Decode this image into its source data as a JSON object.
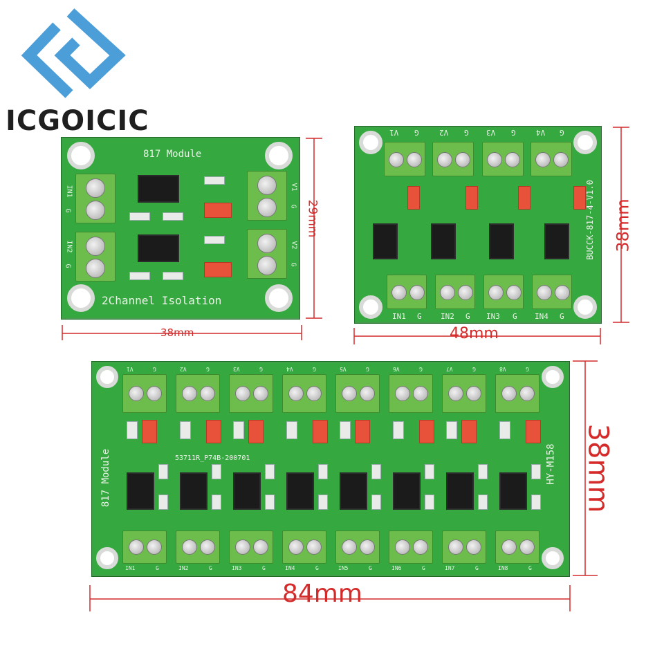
{
  "logo": {
    "text": "ICGOICIC",
    "color": "#4c9ed9"
  },
  "board_small": {
    "title": "817 Module",
    "footer": "2Channel Isolation",
    "left_labels": [
      "IN1",
      "G",
      "IN2",
      "G"
    ],
    "right_labels": [
      "V1",
      "G",
      "V2",
      "G"
    ],
    "width_label": "38mm",
    "height_label": "29mm"
  },
  "board_medium": {
    "top_labels": [
      "V1",
      "G",
      "V2",
      "G",
      "V3",
      "G",
      "V4",
      "G"
    ],
    "bottom_labels": [
      "IN1",
      "G",
      "IN2",
      "G",
      "IN3",
      "G",
      "IN4",
      "G"
    ],
    "side_label": "BUCCK-817-4-V1.0",
    "width_label": "48mm",
    "height_label": "38mm"
  },
  "board_large": {
    "side_left": "817 Module",
    "side_right": "HY-M158",
    "center_code": "53711R_P74B-200701",
    "top_labels": [
      "V1",
      "V2",
      "V3",
      "V4",
      "V5",
      "V6",
      "V7",
      "V8"
    ],
    "bottom_labels": [
      "IN1",
      "IN2",
      "IN3",
      "IN4",
      "IN5",
      "IN6",
      "IN7",
      "IN8"
    ],
    "ground_label": "G",
    "width_label": "84mm",
    "height_label": "38mm"
  },
  "colors": {
    "dimension": "#d42a2a",
    "pcb": "#35a83f",
    "terminal": "#6cbd4c",
    "jumper": "#e8523a"
  }
}
